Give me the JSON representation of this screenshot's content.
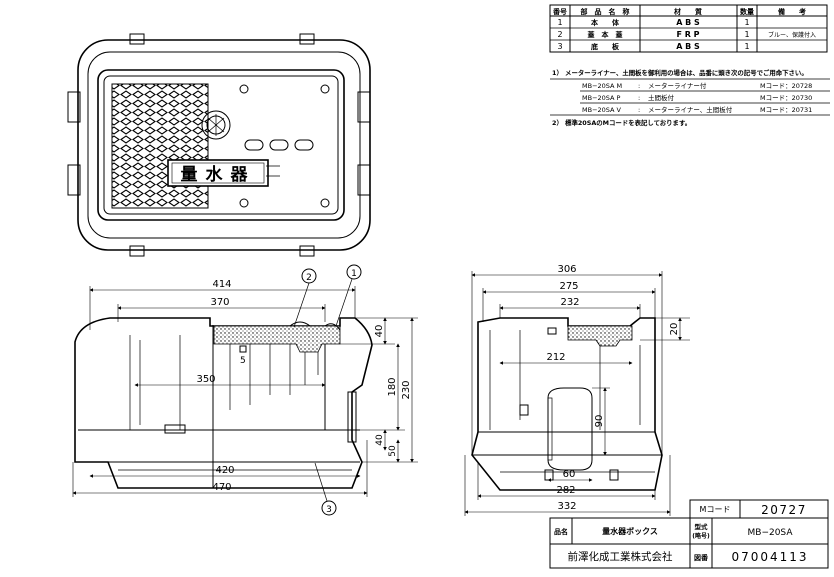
{
  "parts_table": {
    "headers": [
      "番号",
      "部　品　名　称",
      "材　　質",
      "数量",
      "備　　考"
    ],
    "rows": [
      [
        "1",
        "本　　体",
        "A B S",
        "1",
        ""
      ],
      [
        "2",
        "蓋　本　蓋",
        "F R P",
        "1",
        "ブルー、保護付入"
      ],
      [
        "3",
        "底　　板",
        "A B S",
        "1",
        ""
      ]
    ]
  },
  "notes": {
    "note1": "1） メーターライナー、土間板を御利用の場合は、品番に頭き次の記号でご用命下さい。",
    "variants": [
      {
        "code": "MB−20SA M",
        "sep": ":",
        "desc": "メーターライナー付",
        "mcode": "Mコード：20728"
      },
      {
        "code": "MB−20SA P",
        "sep": ":",
        "desc": "土間板付",
        "mcode": "Mコード：20730"
      },
      {
        "code": "MB−20SA V",
        "sep": ":",
        "desc": "メーターライナー、土間板付",
        "mcode": "Mコード：20731"
      }
    ],
    "note2": "2） 標準20SAのMコードを表記しております。"
  },
  "lid_label": "量水器",
  "front_dims": {
    "d414": "414",
    "d370": "370",
    "d350": "350",
    "d420": "420",
    "d470": "470",
    "d40a": "40",
    "d40b": "40",
    "d180": "180",
    "d230": "230",
    "d50": "50",
    "d5": "5"
  },
  "side_dims": {
    "d306": "306",
    "d275": "275",
    "d232": "232",
    "d212": "212",
    "d20": "20",
    "d90": "90",
    "d60": "60",
    "d282": "282",
    "d332": "332"
  },
  "callouts": {
    "c1": "1",
    "c2": "2",
    "c3": "3"
  },
  "title_block": {
    "mcode_label": "Mコード",
    "mcode_value": "20727",
    "name_label": "品名",
    "name_value": "量水器ボックス",
    "model_label_1": "型式",
    "model_label_2": "(略号)",
    "model_value": "MB−20SA",
    "company": "前澤化成工業株式会社",
    "drawing_label": "図番",
    "drawing_value": "07004113"
  }
}
